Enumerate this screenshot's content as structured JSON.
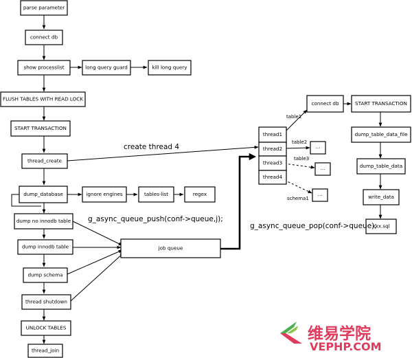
{
  "nodes": {
    "parse_parameter": "parse parameter",
    "connect_db": "connect db",
    "show_processlist": "show processlist",
    "long_query_guard": "long query guard",
    "kill_long_query": "kill long query",
    "flush_tables": "FLUSH TABLES WITH READ LOCK",
    "start_transaction": "START TRANSACTION",
    "thread_create": "thread_create",
    "dump_database": "dump_database",
    "ignore_engines": "ignore engines",
    "tables_list": "tables-list",
    "regex": "regex",
    "dump_no_innodb": "dump no innodb table",
    "dump_innodb": "dump innodb table",
    "dump_schema": "dump schema",
    "thread_shutdown": "thread shutdown",
    "unlock_tables": "UNLOCK TABLES",
    "thread_join": "thread_join",
    "job_queue": "job queue",
    "thread1": "thread1",
    "thread2": "thread2",
    "thread3": "thread3",
    "thread4": "thread4",
    "dots_1": "...",
    "dots_2": "...",
    "dots_3": "...",
    "r_connect_db": "connect db",
    "r_start_transaction": "START TRANSACTION",
    "dump_table_data_file": "dump_table_data_file",
    "dump_table_data": "dump_table_data",
    "write_data": "write_data",
    "xxx_sql": "xxx.sql"
  },
  "labels": {
    "create_thread": "create thread 4",
    "queue_push": "g_async_queue_push(conf->queue,j);",
    "queue_pop": "g_async_queue_pop(conf->queue);",
    "table1": "table1",
    "table2": "table2",
    "table3": "table3",
    "schema1": "schema1"
  },
  "watermark": {
    "chinese": "维易学院",
    "site": "VEPHP.COM",
    "colors": {
      "chinese": "#e03a5c",
      "site": "#e03a5c",
      "logo_green": "#4caf50",
      "logo_red": "#e03a5c"
    }
  }
}
